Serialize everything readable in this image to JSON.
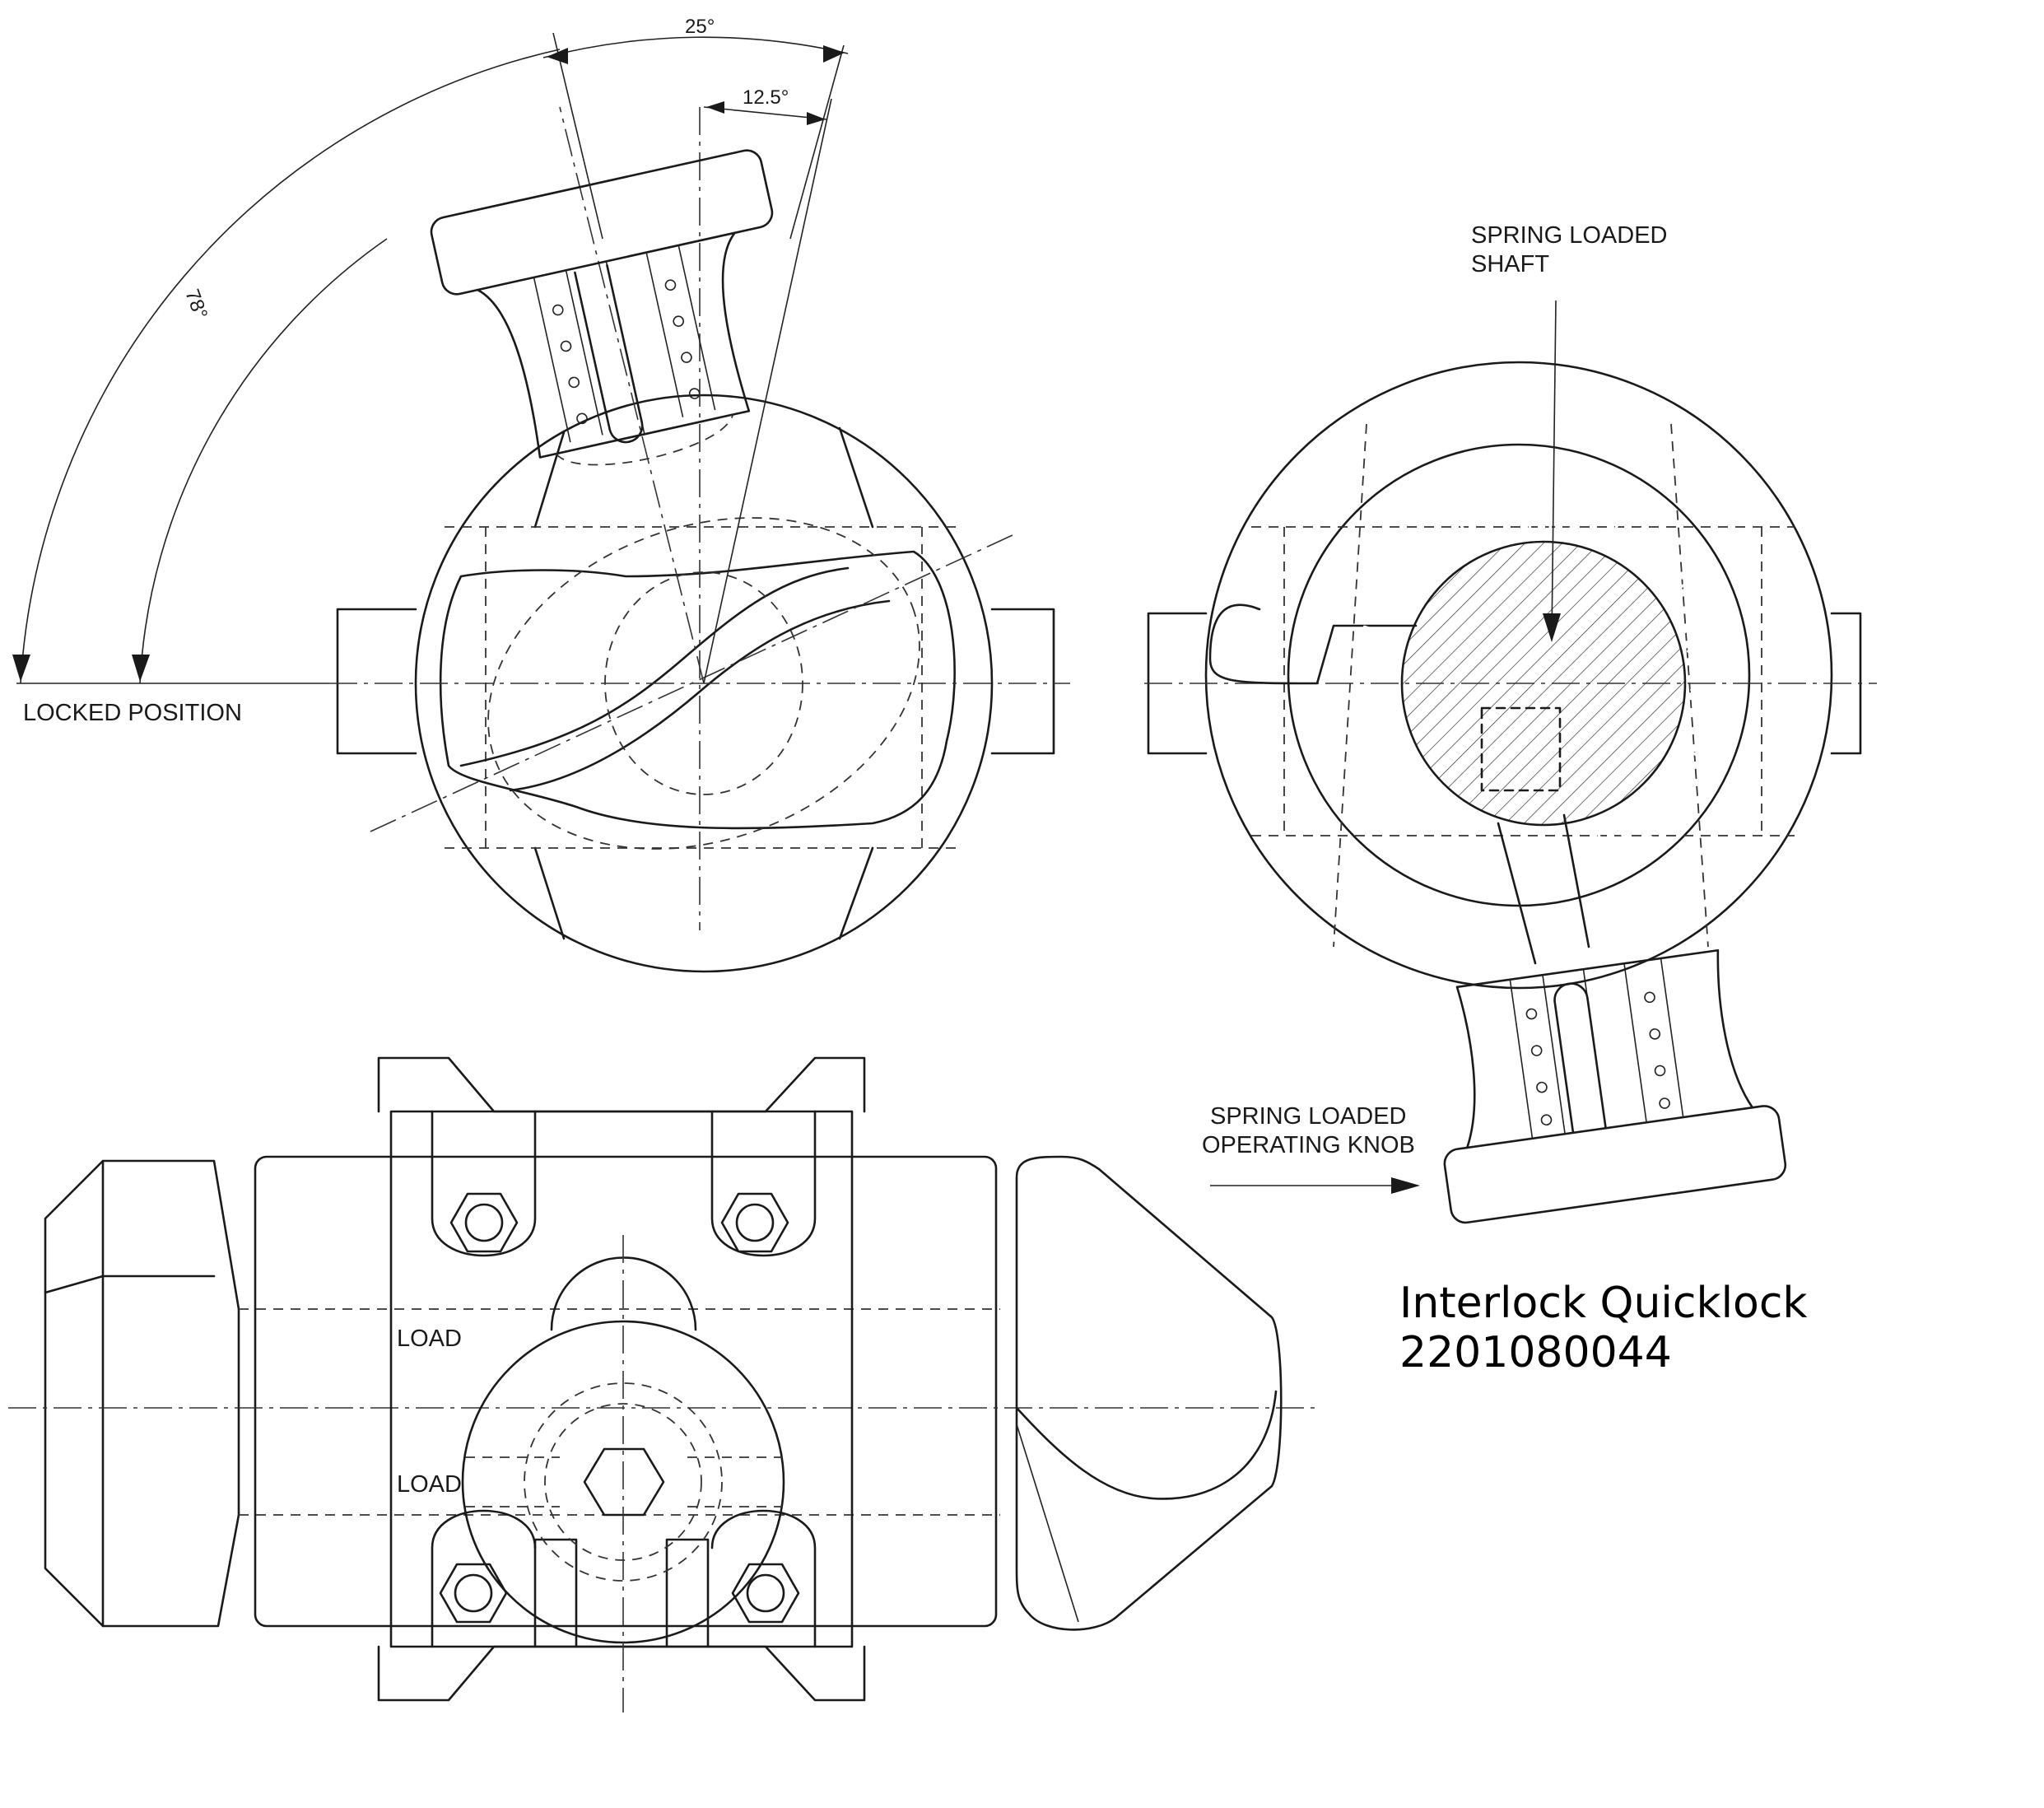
{
  "title": {
    "line1": "Interlock Quicklock",
    "line2": "2201080044"
  },
  "dimensions": {
    "angle_total": "25°",
    "angle_half": "12.5°",
    "angle_rotation": "78°"
  },
  "labels": {
    "locked_position": "LOCKED POSITION",
    "spring_shaft_line1": "SPRING LOADED",
    "spring_shaft_line2": "SHAFT",
    "spring_knob_line1": "SPRING LOADED",
    "spring_knob_line2": "OPERATING KNOB",
    "load_upper": "LOAD",
    "load_lower": "LOAD"
  },
  "colors": {
    "line": "#1a1a1a",
    "background": "#ffffff"
  }
}
